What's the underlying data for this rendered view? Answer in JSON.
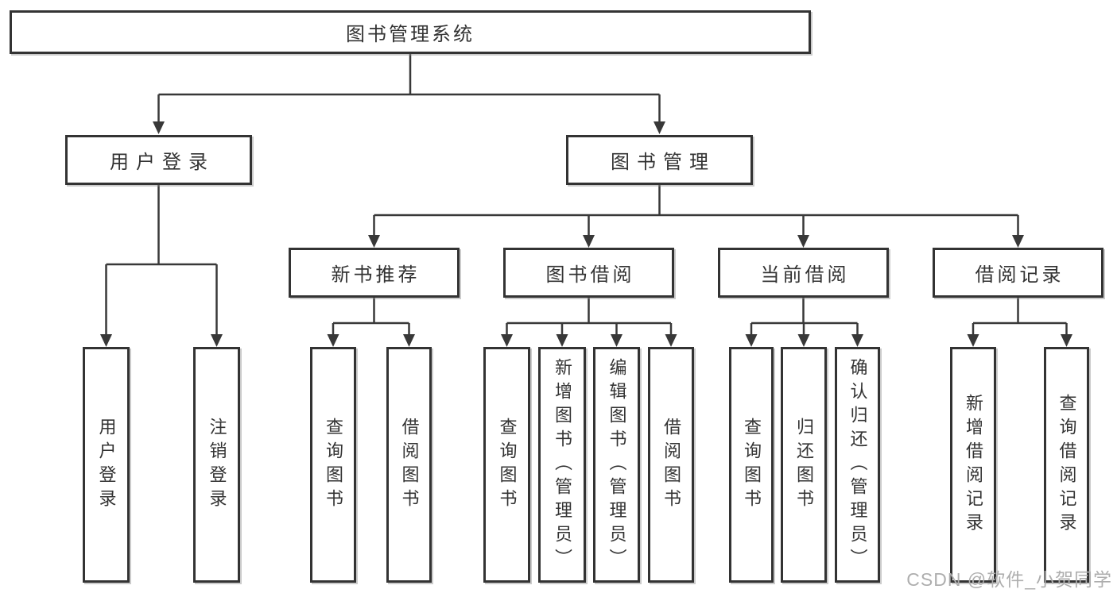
{
  "diagram": {
    "root": {
      "label": "图书管理系统"
    },
    "level2": [
      {
        "id": "user-login",
        "label": "用户登录"
      },
      {
        "id": "book-management",
        "label": "图书管理"
      }
    ],
    "level3": [
      {
        "id": "new-book-recommendation",
        "label": "新书推荐"
      },
      {
        "id": "book-borrowing",
        "label": "图书借阅"
      },
      {
        "id": "current-borrowing",
        "label": "当前借阅"
      },
      {
        "id": "borrowing-records",
        "label": "借阅记录"
      }
    ],
    "leaves": {
      "user_login": [
        {
          "label": "用户登录"
        },
        {
          "label": "注销登录"
        }
      ],
      "new_book": [
        {
          "label": "查询图书"
        },
        {
          "label": "借阅图书"
        }
      ],
      "book_borrow": [
        {
          "label": "查询图书"
        },
        {
          "label": "新增图书（管理员）"
        },
        {
          "label": "编辑图书（管理员）"
        },
        {
          "label": "借阅图书"
        }
      ],
      "current_borrow": [
        {
          "label": "查询图书"
        },
        {
          "label": "归还图书"
        },
        {
          "label": "确认归还（管理员）"
        }
      ],
      "borrow_records": [
        {
          "label": "新增借阅记录"
        },
        {
          "label": "查询借阅记录"
        }
      ]
    }
  },
  "watermark": {
    "text": "CSDN @软件_小贺同学"
  },
  "colors": {
    "line": "#383838",
    "box_border": "#333333",
    "box_fill": "#ffffff",
    "text": "#333333",
    "watermark": "#aeaeae",
    "background": "#ffffff"
  }
}
